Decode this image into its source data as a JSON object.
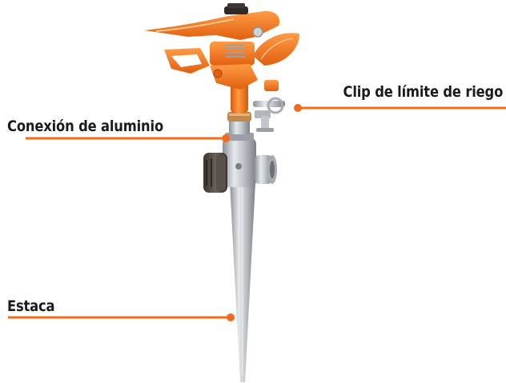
{
  "callouts": {
    "clip": {
      "label": "Clip de límite de riego"
    },
    "conexion": {
      "label": "Conexión de aluminio"
    },
    "estaca": {
      "label": "Estaca"
    }
  },
  "colors": {
    "accent_orange": "#f26a1b",
    "sprinkler_orange": "#f47d20",
    "metal": "#b9bdc2",
    "knob": "#4a423e"
  },
  "icons": {
    "product": "impact-sprinkler-on-spike"
  }
}
